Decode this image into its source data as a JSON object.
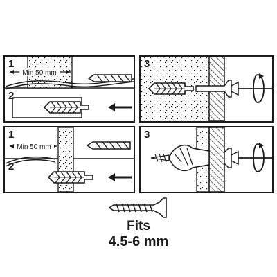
{
  "panels": [
    {
      "step": "1",
      "dimension": "Min 50 mm"
    },
    {
      "step": "2"
    },
    {
      "step": "3"
    },
    {
      "step": "1",
      "dimension": "Min 50 mm"
    },
    {
      "step": "2"
    },
    {
      "step": "3"
    }
  ],
  "caption": {
    "line1": "Fits",
    "line2": "4.5-6 mm"
  }
}
